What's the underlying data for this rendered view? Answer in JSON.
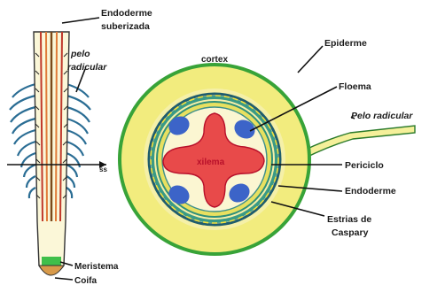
{
  "labels": {
    "endoderme_suberizada_1": "Endoderme",
    "endoderme_suberizada_2": "suberizada",
    "polo_radicular_left_1": "pelo",
    "polo_radicular_left_2": "radicular",
    "cortex": "cortex",
    "epiderme": "Epiderme",
    "floema": "Floema",
    "polo_radicular_right": "Pelo radicular",
    "xilema": "xilema",
    "periciclo": "Periciclo",
    "endoderme": "Endoderme",
    "estrias_1": "Estrias de",
    "estrias_2": "Caspary",
    "meristema": "Meristema",
    "coifa": "Coifa",
    "axis_marker": "ss"
  },
  "colors": {
    "cortex": "#f2ec7e",
    "cortex_ring_outer": "#f5f09a",
    "epidermis": "#38a338",
    "endodermis": "#2f8f7a",
    "pericycle": "#e8e060",
    "xylem": "#e84a4a",
    "phloem": "#3c64c8",
    "root_tip_meristem": "#3fbf4a",
    "root_cap": "#d89a4a"
  }
}
